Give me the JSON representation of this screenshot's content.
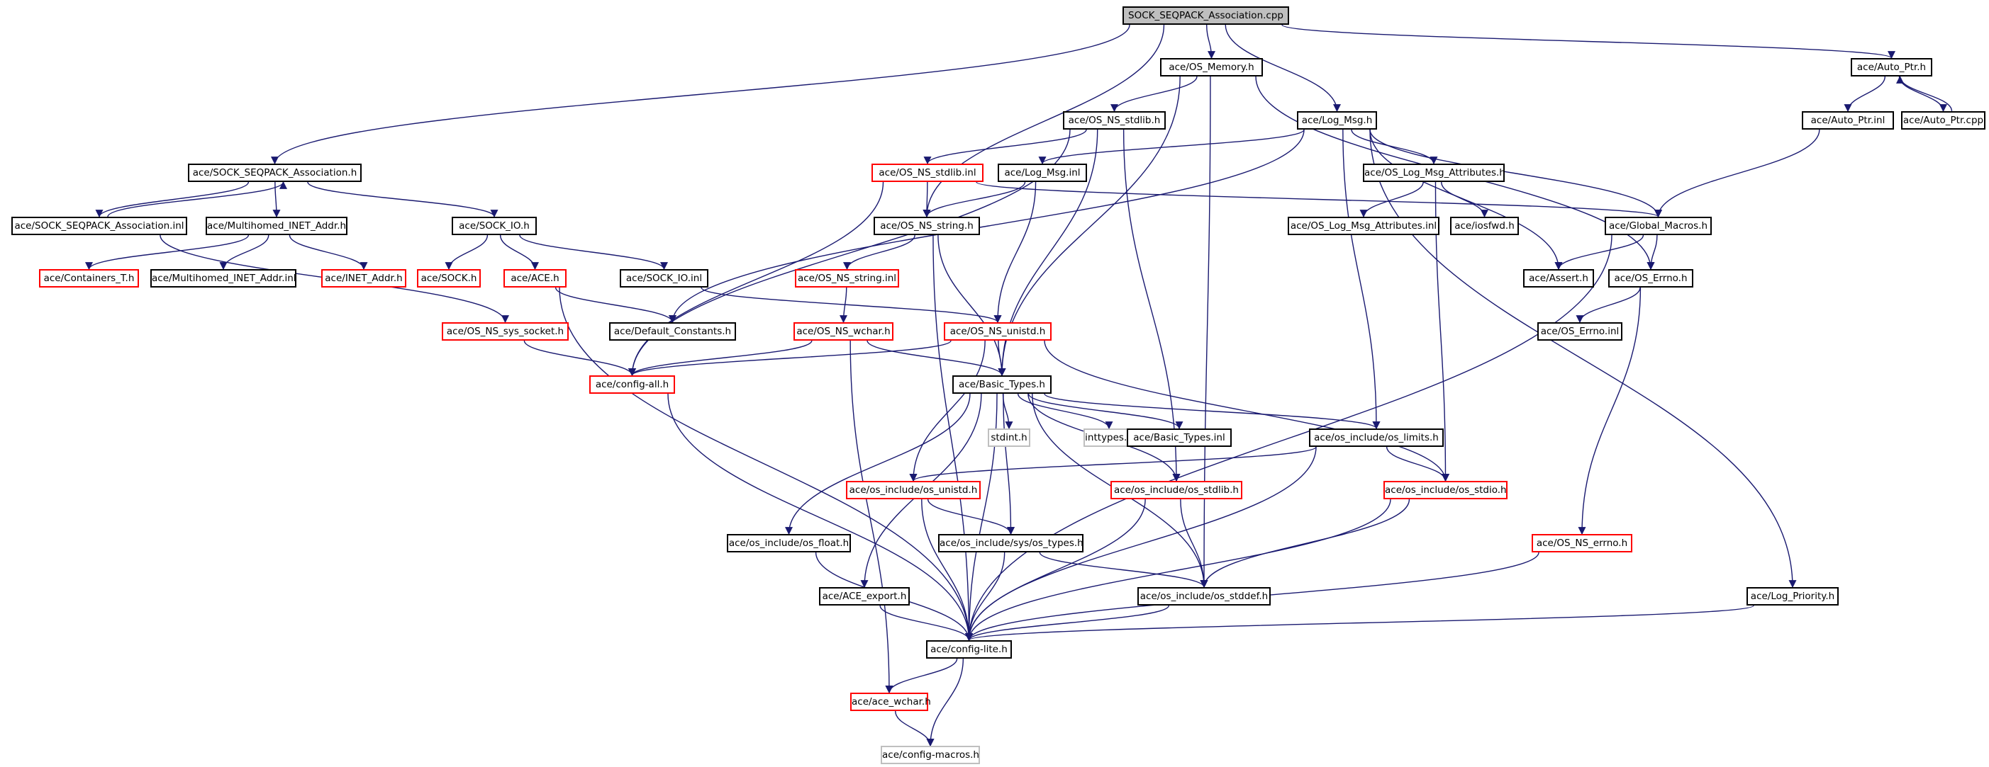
{
  "diagram": {
    "colors": {
      "edge": "#191970",
      "node_border": "#000000",
      "node_border_incomplete": "#ff0000",
      "node_border_system": "#bfbfbf",
      "root_fill": "#bfbfbf"
    },
    "nodes": [
      {
        "id": "root",
        "label": "SOCK_SEQPACK_Association.cpp",
        "kind": "root"
      },
      {
        "id": "os_memory_h",
        "label": "ace/OS_Memory.h",
        "kind": "normal"
      },
      {
        "id": "auto_ptr_h",
        "label": "ace/Auto_Ptr.h",
        "kind": "normal"
      },
      {
        "id": "os_ns_stdlib_h",
        "label": "ace/OS_NS_stdlib.h",
        "kind": "normal"
      },
      {
        "id": "log_msg_h",
        "label": "ace/Log_Msg.h",
        "kind": "normal"
      },
      {
        "id": "auto_ptr_inl",
        "label": "ace/Auto_Ptr.inl",
        "kind": "normal"
      },
      {
        "id": "auto_ptr_cpp",
        "label": "ace/Auto_Ptr.cpp",
        "kind": "normal"
      },
      {
        "id": "sock_seqpack_h",
        "label": "ace/SOCK_SEQPACK_Association.h",
        "kind": "normal"
      },
      {
        "id": "os_ns_stdlib_inl",
        "label": "ace/OS_NS_stdlib.inl",
        "kind": "incomplete"
      },
      {
        "id": "log_msg_inl",
        "label": "ace/Log_Msg.inl",
        "kind": "normal"
      },
      {
        "id": "os_log_msg_attr_h",
        "label": "ace/OS_Log_Msg_Attributes.h",
        "kind": "normal"
      },
      {
        "id": "sock_seqpack_inl",
        "label": "ace/SOCK_SEQPACK_Association.inl",
        "kind": "normal"
      },
      {
        "id": "multihomed_h",
        "label": "ace/Multihomed_INET_Addr.h",
        "kind": "normal"
      },
      {
        "id": "sock_io_h",
        "label": "ace/SOCK_IO.h",
        "kind": "normal"
      },
      {
        "id": "os_ns_string_h",
        "label": "ace/OS_NS_string.h",
        "kind": "normal"
      },
      {
        "id": "os_log_msg_attr_inl",
        "label": "ace/OS_Log_Msg_Attributes.inl",
        "kind": "normal"
      },
      {
        "id": "iosfwd_h",
        "label": "ace/iosfwd.h",
        "kind": "normal"
      },
      {
        "id": "global_macros_h",
        "label": "ace/Global_Macros.h",
        "kind": "normal"
      },
      {
        "id": "containers_t_h",
        "label": "ace/Containers_T.h",
        "kind": "incomplete"
      },
      {
        "id": "multihomed_inl",
        "label": "ace/Multihomed_INET_Addr.inl",
        "kind": "normal"
      },
      {
        "id": "inet_addr_h",
        "label": "ace/INET_Addr.h",
        "kind": "incomplete"
      },
      {
        "id": "sock_h",
        "label": "ace/SOCK.h",
        "kind": "incomplete"
      },
      {
        "id": "ace_h",
        "label": "ace/ACE.h",
        "kind": "incomplete"
      },
      {
        "id": "sock_io_inl",
        "label": "ace/SOCK_IO.inl",
        "kind": "normal"
      },
      {
        "id": "os_ns_string_inl",
        "label": "ace/OS_NS_string.inl",
        "kind": "incomplete"
      },
      {
        "id": "assert_h",
        "label": "ace/Assert.h",
        "kind": "normal"
      },
      {
        "id": "os_errno_h",
        "label": "ace/OS_Errno.h",
        "kind": "normal"
      },
      {
        "id": "os_ns_sys_socket_h",
        "label": "ace/OS_NS_sys_socket.h",
        "kind": "incomplete"
      },
      {
        "id": "default_constants_h",
        "label": "ace/Default_Constants.h",
        "kind": "normal"
      },
      {
        "id": "os_ns_wchar_h",
        "label": "ace/OS_NS_wchar.h",
        "kind": "incomplete"
      },
      {
        "id": "os_ns_unistd_h",
        "label": "ace/OS_NS_unistd.h",
        "kind": "incomplete"
      },
      {
        "id": "os_errno_inl",
        "label": "ace/OS_Errno.inl",
        "kind": "normal"
      },
      {
        "id": "config_all_h",
        "label": "ace/config-all.h",
        "kind": "incomplete"
      },
      {
        "id": "basic_types_h",
        "label": "ace/Basic_Types.h",
        "kind": "normal"
      },
      {
        "id": "stdint_h",
        "label": "stdint.h",
        "kind": "system"
      },
      {
        "id": "inttypes_h",
        "label": "inttypes.h",
        "kind": "system"
      },
      {
        "id": "basic_types_inl",
        "label": "ace/Basic_Types.inl",
        "kind": "normal"
      },
      {
        "id": "os_limits_h",
        "label": "ace/os_include/os_limits.h",
        "kind": "normal"
      },
      {
        "id": "os_unistd_h",
        "label": "ace/os_include/os_unistd.h",
        "kind": "incomplete"
      },
      {
        "id": "os_stdlib_h",
        "label": "ace/os_include/os_stdlib.h",
        "kind": "incomplete"
      },
      {
        "id": "os_stdio_h",
        "label": "ace/os_include/os_stdio.h",
        "kind": "incomplete"
      },
      {
        "id": "os_float_h",
        "label": "ace/os_include/os_float.h",
        "kind": "normal"
      },
      {
        "id": "os_types_h",
        "label": "ace/os_include/sys/os_types.h",
        "kind": "normal"
      },
      {
        "id": "os_ns_errno_h",
        "label": "ace/OS_NS_errno.h",
        "kind": "incomplete"
      },
      {
        "id": "ace_export_h",
        "label": "ace/ACE_export.h",
        "kind": "normal"
      },
      {
        "id": "os_stddef_h",
        "label": "ace/os_include/os_stddef.h",
        "kind": "normal"
      },
      {
        "id": "log_priority_h",
        "label": "ace/Log_Priority.h",
        "kind": "normal"
      },
      {
        "id": "config_lite_h",
        "label": "ace/config-lite.h",
        "kind": "normal"
      },
      {
        "id": "ace_wchar_h",
        "label": "ace/ace_wchar.h",
        "kind": "incomplete"
      },
      {
        "id": "config_macros_h",
        "label": "ace/config-macros.h",
        "kind": "system"
      }
    ],
    "edges": [
      [
        "root",
        "os_memory_h"
      ],
      [
        "root",
        "auto_ptr_h"
      ],
      [
        "root",
        "log_msg_h"
      ],
      [
        "root",
        "sock_seqpack_h"
      ],
      [
        "root",
        "os_ns_string_h"
      ],
      [
        "os_memory_h",
        "os_ns_stdlib_h"
      ],
      [
        "os_memory_h",
        "basic_types_h"
      ],
      [
        "os_memory_h",
        "os_errno_h"
      ],
      [
        "os_memory_h",
        "os_stddef_h"
      ],
      [
        "auto_ptr_h",
        "auto_ptr_inl"
      ],
      [
        "auto_ptr_h",
        "auto_ptr_cpp"
      ],
      [
        "auto_ptr_cpp",
        "auto_ptr_h"
      ],
      [
        "auto_ptr_inl",
        "global_macros_h"
      ],
      [
        "os_ns_stdlib_h",
        "os_ns_stdlib_inl"
      ],
      [
        "os_ns_stdlib_h",
        "basic_types_h"
      ],
      [
        "os_ns_stdlib_h",
        "config_all_h"
      ],
      [
        "os_ns_stdlib_h",
        "os_stdlib_h"
      ],
      [
        "os_ns_stdlib_inl",
        "os_ns_string_h"
      ],
      [
        "os_ns_stdlib_inl",
        "global_macros_h"
      ],
      [
        "os_ns_stdlib_inl",
        "config_all_h"
      ],
      [
        "log_msg_h",
        "log_msg_inl"
      ],
      [
        "log_msg_h",
        "os_log_msg_attr_h"
      ],
      [
        "log_msg_h",
        "global_macros_h"
      ],
      [
        "log_msg_h",
        "default_constants_h"
      ],
      [
        "log_msg_h",
        "assert_h"
      ],
      [
        "log_msg_h",
        "log_priority_h"
      ],
      [
        "log_msg_h",
        "os_limits_h"
      ],
      [
        "log_msg_inl",
        "os_ns_string_h"
      ],
      [
        "log_msg_inl",
        "os_ns_unistd_h"
      ],
      [
        "os_log_msg_attr_h",
        "os_log_msg_attr_inl"
      ],
      [
        "os_log_msg_attr_h",
        "iosfwd_h"
      ],
      [
        "os_log_msg_attr_h",
        "os_stdio_h"
      ],
      [
        "global_macros_h",
        "assert_h"
      ],
      [
        "global_macros_h",
        "os_errno_h"
      ],
      [
        "global_macros_h",
        "config_lite_h"
      ],
      [
        "os_errno_h",
        "os_errno_inl"
      ],
      [
        "os_errno_h",
        "os_ns_errno_h"
      ],
      [
        "os_ns_errno_h",
        "config_lite_h"
      ],
      [
        "sock_seqpack_h",
        "sock_seqpack_inl"
      ],
      [
        "sock_seqpack_inl",
        "sock_seqpack_h"
      ],
      [
        "sock_seqpack_h",
        "multihomed_h"
      ],
      [
        "sock_seqpack_h",
        "sock_io_h"
      ],
      [
        "sock_seqpack_inl",
        "os_ns_sys_socket_h"
      ],
      [
        "multihomed_h",
        "containers_t_h"
      ],
      [
        "multihomed_h",
        "multihomed_inl"
      ],
      [
        "multihomed_h",
        "inet_addr_h"
      ],
      [
        "sock_io_h",
        "sock_h"
      ],
      [
        "sock_io_h",
        "ace_h"
      ],
      [
        "sock_io_h",
        "sock_io_inl"
      ],
      [
        "ace_h",
        "default_constants_h"
      ],
      [
        "ace_h",
        "config_lite_h"
      ],
      [
        "sock_io_inl",
        "os_ns_unistd_h"
      ],
      [
        "os_ns_string_h",
        "os_ns_string_inl"
      ],
      [
        "os_ns_string_h",
        "basic_types_h"
      ],
      [
        "os_ns_string_h",
        "config_lite_h"
      ],
      [
        "os_ns_string_inl",
        "os_ns_wchar_h"
      ],
      [
        "os_ns_wchar_h",
        "basic_types_h"
      ],
      [
        "os_ns_wchar_h",
        "config_all_h"
      ],
      [
        "os_ns_wchar_h",
        "ace_wchar_h"
      ],
      [
        "os_ns_unistd_h",
        "basic_types_h"
      ],
      [
        "os_ns_unistd_h",
        "config_all_h"
      ],
      [
        "os_ns_unistd_h",
        "os_unistd_h"
      ],
      [
        "os_ns_unistd_h",
        "os_stdio_h"
      ],
      [
        "os_ns_sys_socket_h",
        "config_all_h"
      ],
      [
        "config_all_h",
        "config_lite_h"
      ],
      [
        "basic_types_h",
        "stdint_h"
      ],
      [
        "basic_types_h",
        "inttypes_h"
      ],
      [
        "basic_types_h",
        "basic_types_inl"
      ],
      [
        "basic_types_h",
        "os_limits_h"
      ],
      [
        "basic_types_h",
        "os_stdlib_h"
      ],
      [
        "basic_types_h",
        "os_float_h"
      ],
      [
        "basic_types_h",
        "os_types_h"
      ],
      [
        "basic_types_h",
        "ace_export_h"
      ],
      [
        "basic_types_h",
        "os_stddef_h"
      ],
      [
        "basic_types_h",
        "config_lite_h"
      ],
      [
        "os_limits_h",
        "os_unistd_h"
      ],
      [
        "os_limits_h",
        "os_stdio_h"
      ],
      [
        "os_limits_h",
        "config_lite_h"
      ],
      [
        "os_unistd_h",
        "os_types_h"
      ],
      [
        "os_unistd_h",
        "config_lite_h"
      ],
      [
        "os_stdlib_h",
        "os_stddef_h"
      ],
      [
        "os_stdlib_h",
        "config_lite_h"
      ],
      [
        "os_stdio_h",
        "os_stddef_h"
      ],
      [
        "os_stdio_h",
        "config_lite_h"
      ],
      [
        "os_float_h",
        "config_lite_h"
      ],
      [
        "os_types_h",
        "os_stddef_h"
      ],
      [
        "os_types_h",
        "config_lite_h"
      ],
      [
        "ace_export_h",
        "config_lite_h"
      ],
      [
        "os_stddef_h",
        "config_lite_h"
      ],
      [
        "log_priority_h",
        "config_lite_h"
      ],
      [
        "config_lite_h",
        "ace_wchar_h"
      ],
      [
        "config_lite_h",
        "config_macros_h"
      ],
      [
        "ace_wchar_h",
        "config_macros_h"
      ]
    ]
  }
}
